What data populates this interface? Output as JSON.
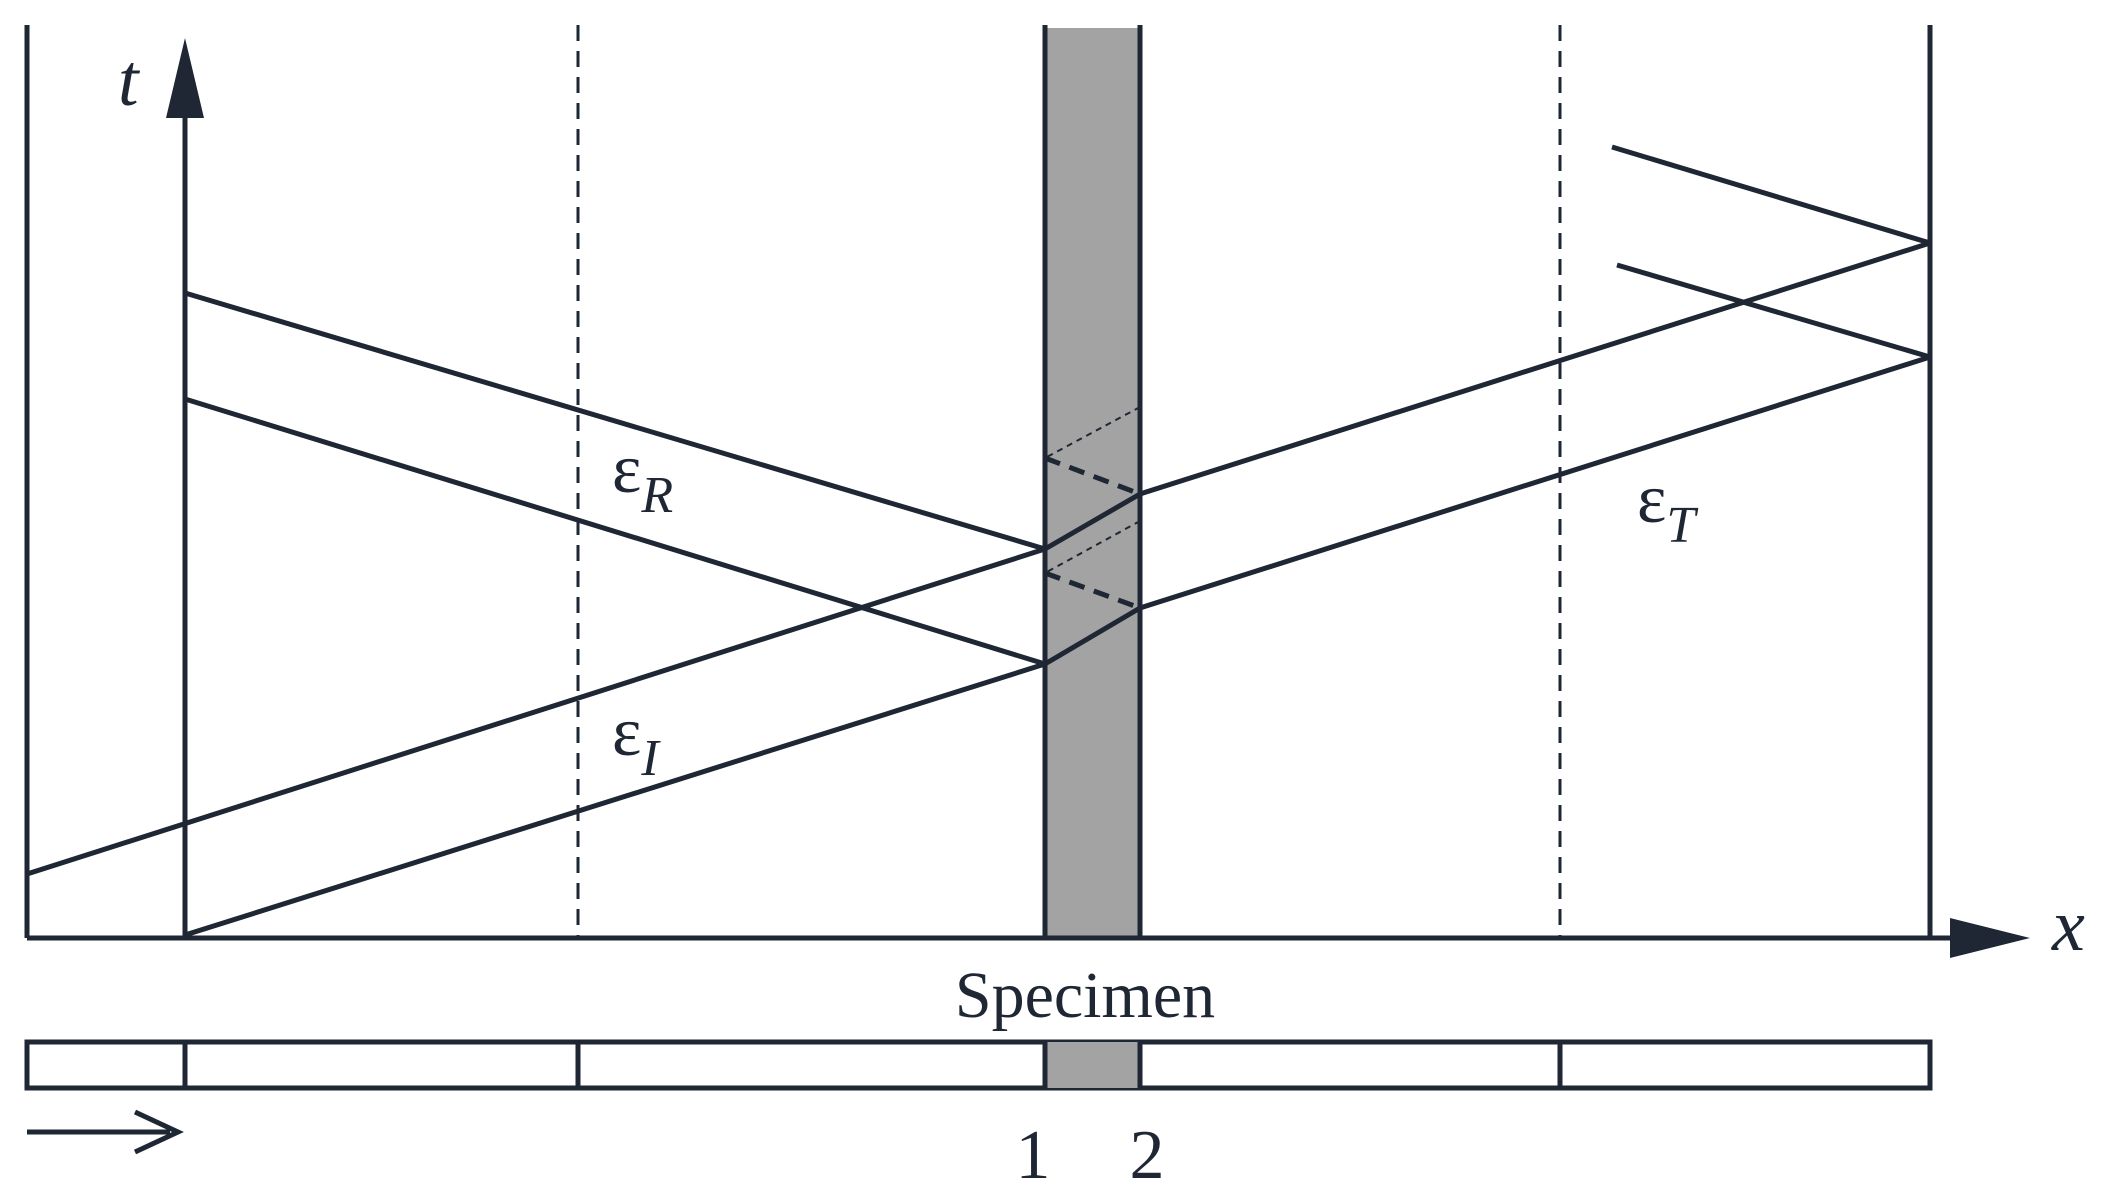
{
  "axes": {
    "t_label": "t",
    "x_label": "x"
  },
  "waves": {
    "reflected": {
      "symbol": "ε",
      "subscript": "R"
    },
    "incident": {
      "symbol": "ε",
      "subscript": "I"
    },
    "transmitted": {
      "symbol": "ε",
      "subscript": "T"
    }
  },
  "specimen": {
    "label": "Specimen",
    "interface_1": "1",
    "interface_2": "2",
    "fill_color": "#a3a3a3"
  },
  "colors": {
    "ink": "#1e2733"
  }
}
